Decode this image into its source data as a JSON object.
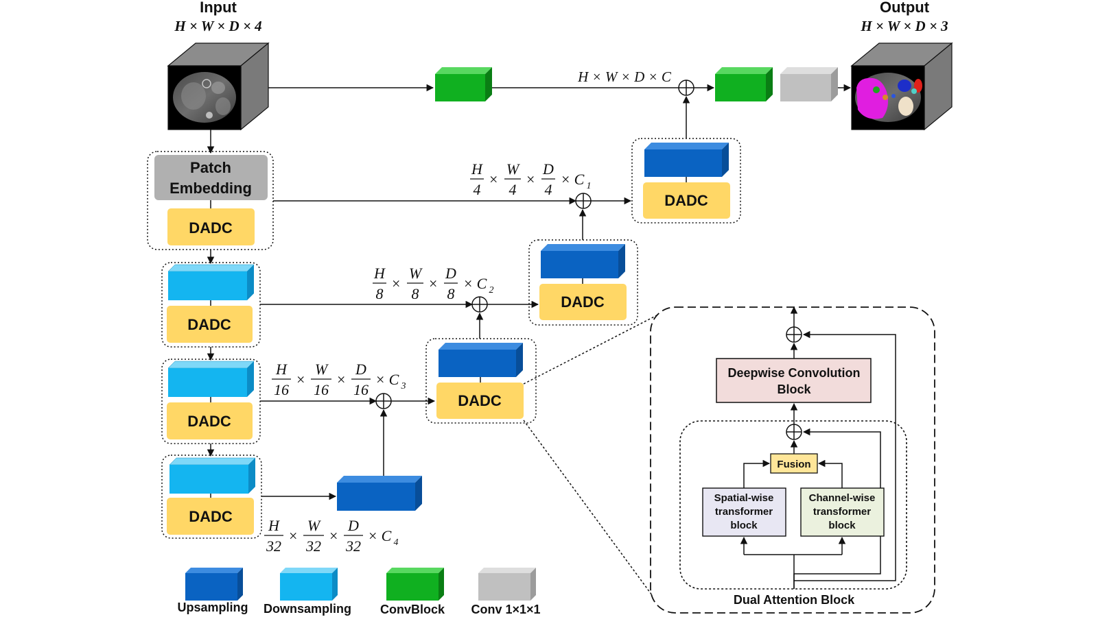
{
  "io": {
    "input_title": "Input",
    "input_dims": "H × W × D × 4",
    "output_title": "Output",
    "output_dims": "H × W × D × 3"
  },
  "blocks": {
    "patch_line1": "Patch",
    "patch_line2": "Embedding",
    "dadc": "DADC"
  },
  "dims": {
    "top_skip": "H × W × D × C",
    "level1": {
      "n": [
        "H",
        "W",
        "D"
      ],
      "d": "4",
      "c": "C",
      "sub": "1"
    },
    "level2": {
      "n": [
        "H",
        "W",
        "D"
      ],
      "d": "8",
      "c": "C",
      "sub": "2"
    },
    "level3": {
      "n": [
        "H",
        "W",
        "D"
      ],
      "d": "16",
      "c": "C",
      "sub": "3"
    },
    "level4": {
      "n": [
        "H",
        "W",
        "D"
      ],
      "d": "32",
      "c": "C",
      "sub": "4"
    },
    "times": "×"
  },
  "detail": {
    "deepwise_line1": "Deepwise Convolution",
    "deepwise_line2": "Block",
    "fusion": "Fusion",
    "spatial": [
      "Spatial-wise",
      "transformer",
      "block"
    ],
    "channel": [
      "Channel-wise",
      "transformer",
      "block"
    ],
    "title": "Dual Attention Block"
  },
  "legend": {
    "upsampling": "Upsampling",
    "downsampling": "Downsampling",
    "convblock": "ConvBlock",
    "conv111": "Conv 1×1×1"
  },
  "colors": {
    "upsampling": "#0a63c2",
    "downsampling": "#14b5f0",
    "convblock": "#10b020",
    "conv111": "#c0c0c0",
    "dadc": "#ffd766",
    "patch": "#b0b0b0",
    "deepwise": "#f2dcdb",
    "spatial": "#e8e7f3",
    "channel": "#ebf1de",
    "fusion": "#ffe699"
  }
}
